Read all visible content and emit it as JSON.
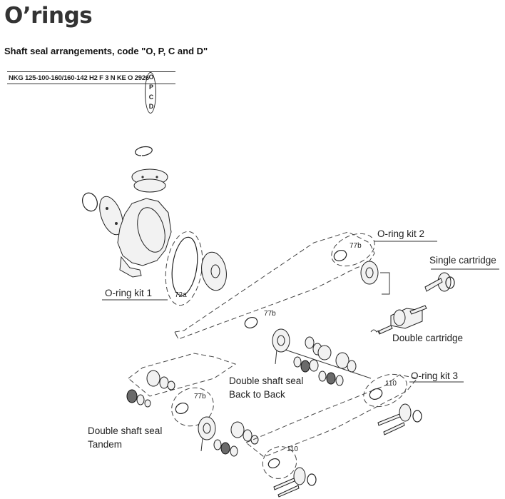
{
  "page": {
    "title": "O’rings",
    "subtitle": "Shaft seal arrangements, code \"O, P, C and D\""
  },
  "type_code": {
    "text": "NKG 125-100-160/160-142 H2 F 3 N KE O 2926",
    "options": [
      "O",
      "P",
      "C",
      "D"
    ]
  },
  "diagram": {
    "labels": {
      "kit1": "O-ring kit 1",
      "kit2": "O-ring kit 2",
      "kit3": "O-ring kit 3",
      "single_cartridge": "Single cartridge",
      "double_cartridge": "Double cartridge",
      "back_to_back_line1": "Double shaft seal",
      "back_to_back_line2": "Back to Back",
      "tandem_line1": "Double shaft seal",
      "tandem_line2": "Tandem"
    },
    "part_numbers": {
      "p72a": "72a",
      "p77b_top": "77b",
      "p77b_mid": "77b",
      "p77b_low": "77b",
      "p110_right": "110",
      "p110_bottom": "110"
    }
  }
}
